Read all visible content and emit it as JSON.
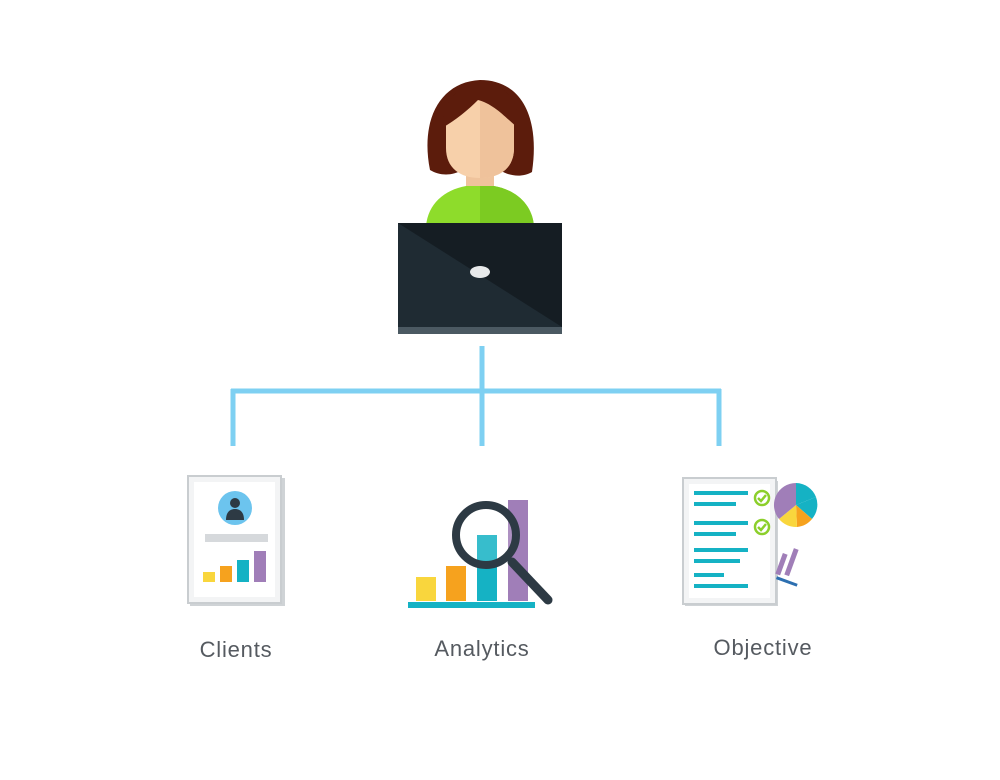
{
  "diagram": {
    "root": {
      "icon": "woman-at-laptop-icon"
    },
    "nodes": [
      {
        "key": "clients",
        "label": "Clients",
        "icon": "client-profile-report-icon"
      },
      {
        "key": "analytics",
        "label": "Analytics",
        "icon": "bar-chart-magnifier-icon"
      },
      {
        "key": "objective",
        "label": "Objective",
        "icon": "checklist-pie-chart-icon"
      }
    ],
    "colors": {
      "connector": "#7ed0f2",
      "hair": "#5c1c0c",
      "skin": "#f7d0aa",
      "shirt": "#8edc2b",
      "laptop": "#1f2b33",
      "teal": "#15b2c4",
      "yellow": "#f9d63d",
      "orange": "#f6a21e",
      "purple": "#a07eb8",
      "green_check": "#8ccf2b"
    }
  }
}
